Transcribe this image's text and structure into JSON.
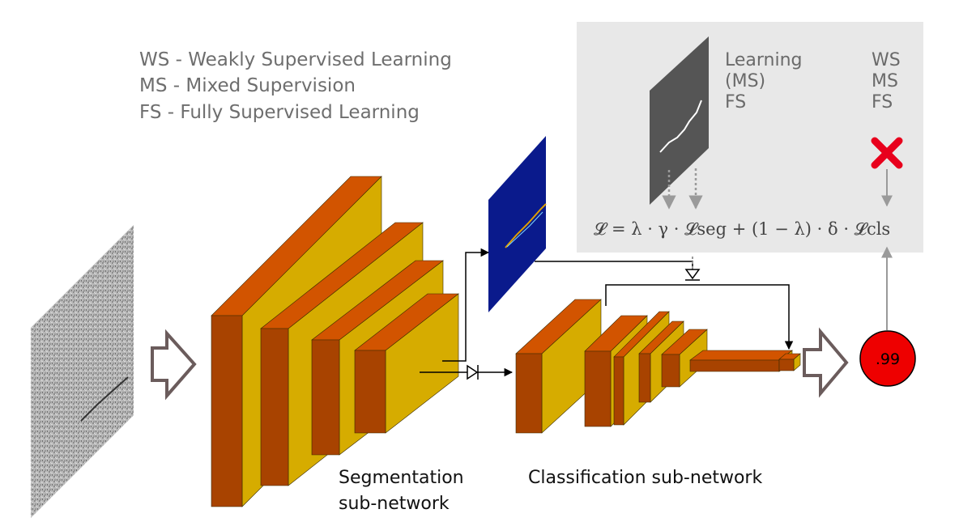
{
  "legend": {
    "ws": "WS - Weakly Supervised Learning",
    "ms": "MS - Mixed Supervision",
    "fs": "FS  - Fully Supervised Learning"
  },
  "panel": {
    "learning_col": [
      "Learning",
      "(MS)",
      "FS"
    ],
    "mode_col": [
      "WS",
      "MS",
      "FS"
    ],
    "loss_formula": "𝓛 = λ · γ · 𝓛seg + (1 − λ) · δ · 𝓛cls"
  },
  "captions": {
    "segmentation_line1": "Segmentation",
    "segmentation_line2": "sub-network",
    "classification": "Classification sub-network"
  },
  "output_score": ".99",
  "colors": {
    "box_front": "#a84300",
    "box_top": "#d25400",
    "box_side": "#d6ac00",
    "panel_bg": "#e8e8e8",
    "seg_map": "#0a1a8c",
    "mask": "#555555",
    "output_circle": "#ee0000",
    "cross": "#e8001c",
    "arrow_outline": "#6b5c5c"
  }
}
